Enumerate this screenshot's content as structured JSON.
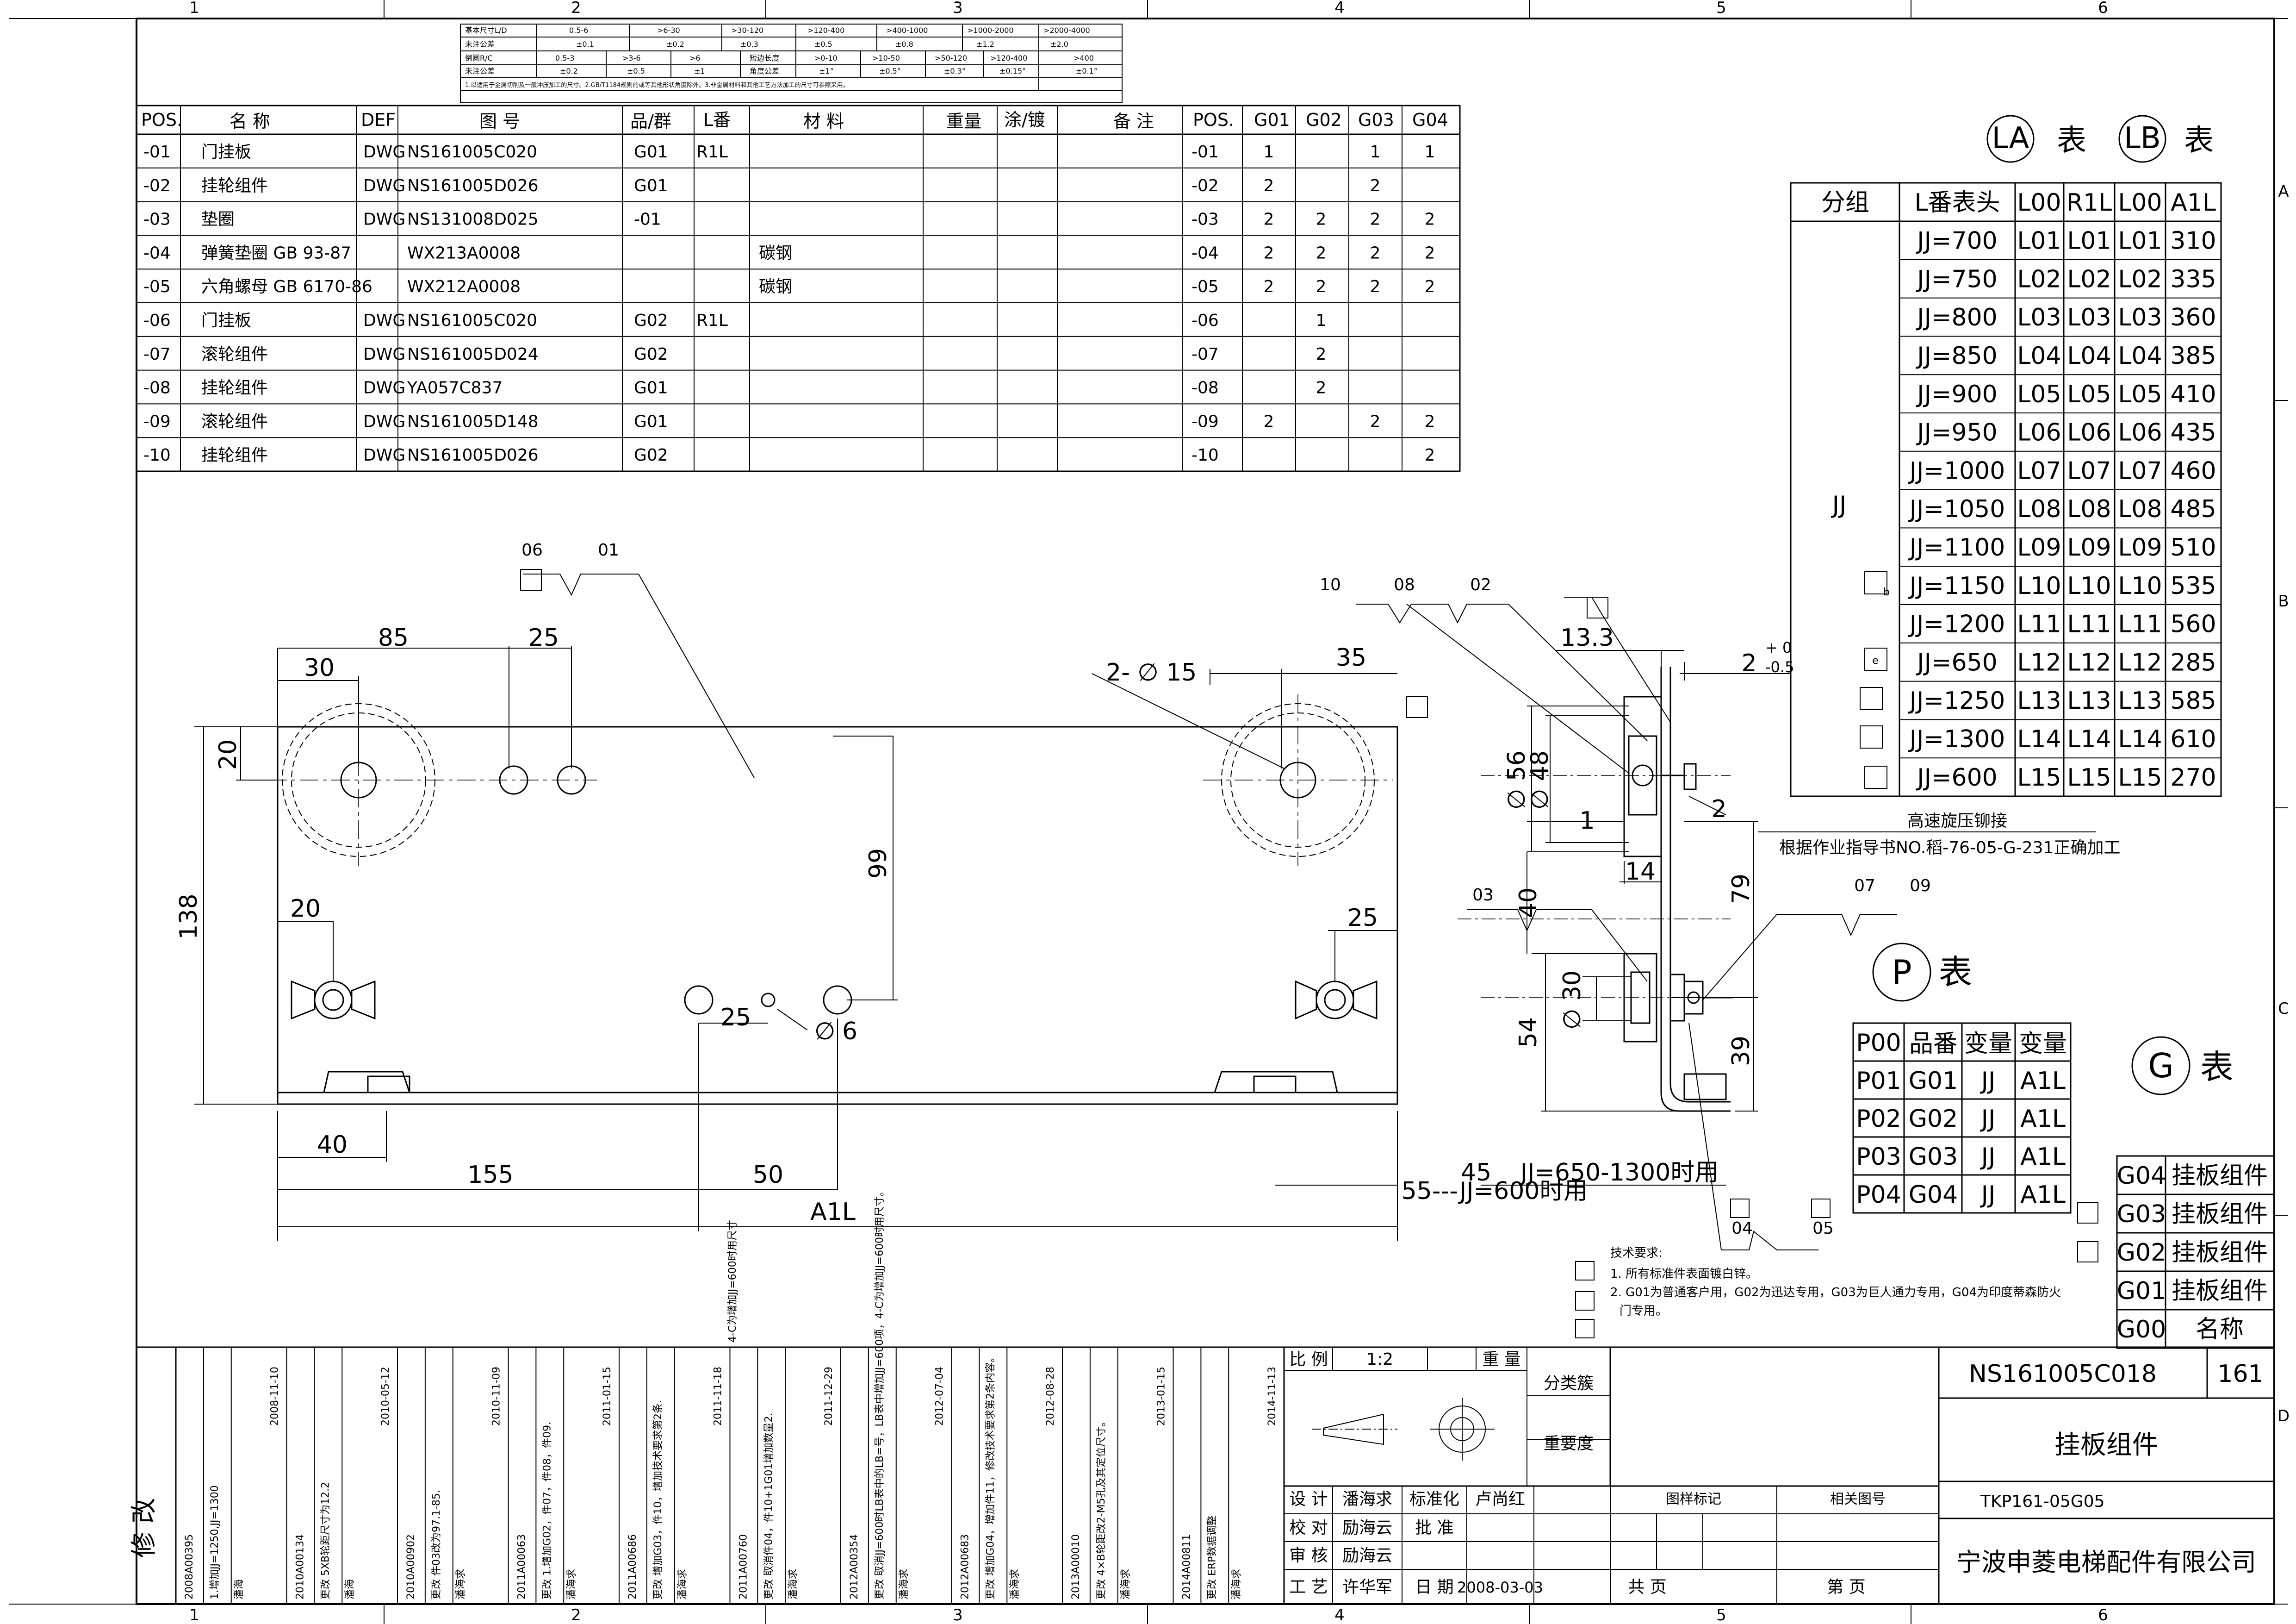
{
  "frame": {
    "col_labels": [
      "1",
      "2",
      "3",
      "4",
      "5",
      "6"
    ],
    "row_labels": [
      "A",
      "B",
      "C",
      "D"
    ]
  },
  "tolerance_table": {
    "row1_label": "基本尺寸L/D",
    "row1_ranges": [
      "0.5-6",
      ">6-30",
      ">30-120",
      ">120-400",
      ">400-1000",
      ">1000-2000",
      ">2000-4000"
    ],
    "row2_label": "未注公差",
    "row2_values": [
      "±0.1",
      "±0.2",
      "±0.3",
      "±0.5",
      "±0.8",
      "±1.2",
      "±2.0"
    ],
    "row3_label": "倒圆R/C",
    "row3_values": [
      "0.5-3",
      ">3-6",
      ">6"
    ],
    "row3_b_label": "短边长度",
    "row3_b_values": [
      ">0-10",
      ">10-50",
      ">50-120",
      ">120-400",
      ">400"
    ],
    "row4_label": "未注公差",
    "row4_values": [
      "±0.2",
      "±0.5",
      "±1"
    ],
    "row4_b_label": "角度公差",
    "row4_b_values": [
      "±1°",
      "±0.5°",
      "±0.3°",
      "±0.15°",
      "±0.1°"
    ],
    "note": "1.以适用于金属切削及一般冲压加工的尺寸。2.GB/T1184规则的或等其他形状角度除外。3.非金属材料和其他工艺方法加工的尺寸可参照采用。"
  },
  "bom": {
    "headers": [
      "POS.",
      "名 称",
      "DEF",
      "图 号",
      "品/群",
      "L番",
      "材 料",
      "重量",
      "涂/镀",
      "备 注"
    ],
    "rows": [
      {
        "pos": "-01",
        "name": "门挂板",
        "def": "DWG",
        "drawing": "NS161005C020",
        "group": "G01",
        "lban": "R1L",
        "material": ""
      },
      {
        "pos": "-02",
        "name": "挂轮组件",
        "def": "DWG",
        "drawing": "NS161005D026",
        "group": "G01",
        "lban": "",
        "material": ""
      },
      {
        "pos": "-03",
        "name": "垫圈",
        "def": "DWG",
        "drawing": "NS131008D025",
        "group": "-01",
        "lban": "",
        "material": ""
      },
      {
        "pos": "-04",
        "name": "弹簧垫圈 GB 93-87",
        "def": "",
        "drawing": "WX213A0008",
        "group": "",
        "lban": "",
        "material": "碳钢"
      },
      {
        "pos": "-05",
        "name": "六角螺母 GB 6170-86",
        "def": "",
        "drawing": "WX212A0008",
        "group": "",
        "lban": "",
        "material": "碳钢"
      },
      {
        "pos": "-06",
        "name": "门挂板",
        "def": "DWG",
        "drawing": "NS161005C020",
        "group": "G02",
        "lban": "R1L",
        "material": ""
      },
      {
        "pos": "-07",
        "name": "滚轮组件",
        "def": "DWG",
        "drawing": "NS161005D024",
        "group": "G02",
        "lban": "",
        "material": ""
      },
      {
        "pos": "-08",
        "name": "挂轮组件",
        "def": "DWG",
        "drawing": "YA057C837",
        "group": "G01",
        "lban": "",
        "material": ""
      },
      {
        "pos": "-09",
        "name": "滚轮组件",
        "def": "DWG",
        "drawing": "NS161005D148",
        "group": "G01",
        "lban": "",
        "material": ""
      },
      {
        "pos": "-10",
        "name": "挂轮组件",
        "def": "DWG",
        "drawing": "NS161005D026",
        "group": "G02",
        "lban": "",
        "material": ""
      }
    ]
  },
  "qty": {
    "headers": [
      "POS.",
      "G01",
      "G02",
      "G03",
      "G04"
    ],
    "rows": [
      [
        "-01",
        "1",
        "",
        "1",
        "1"
      ],
      [
        "-02",
        "2",
        "",
        "2",
        ""
      ],
      [
        "-03",
        "2",
        "2",
        "2",
        "2"
      ],
      [
        "-04",
        "2",
        "2",
        "2",
        "2"
      ],
      [
        "-05",
        "2",
        "2",
        "2",
        "2"
      ],
      [
        "-06",
        "",
        "1",
        "",
        ""
      ],
      [
        "-07",
        "",
        "2",
        "",
        ""
      ],
      [
        "-08",
        "",
        "2",
        "",
        ""
      ],
      [
        "-09",
        "2",
        "",
        "2",
        "2"
      ],
      [
        "-10",
        "",
        "",
        "",
        "2"
      ]
    ]
  },
  "la_lb": {
    "la_circle": "LA",
    "lb_circle": "LB",
    "table_word": "表",
    "headers": [
      "分组",
      "L番表头",
      "L00",
      "R1L",
      "L00",
      "A1L"
    ],
    "group": "JJ",
    "rows": [
      [
        "JJ=700",
        "L01",
        "L01",
        "L01",
        "310"
      ],
      [
        "JJ=750",
        "L02",
        "L02",
        "L02",
        "335"
      ],
      [
        "JJ=800",
        "L03",
        "L03",
        "L03",
        "360"
      ],
      [
        "JJ=850",
        "L04",
        "L04",
        "L04",
        "385"
      ],
      [
        "JJ=900",
        "L05",
        "L05",
        "L05",
        "410"
      ],
      [
        "JJ=950",
        "L06",
        "L06",
        "L06",
        "435"
      ],
      [
        "JJ=1000",
        "L07",
        "L07",
        "L07",
        "460"
      ],
      [
        "JJ=1050",
        "L08",
        "L08",
        "L08",
        "485"
      ],
      [
        "JJ=1100",
        "L09",
        "L09",
        "L09",
        "510"
      ],
      [
        "JJ=1150",
        "L10",
        "L10",
        "L10",
        "535"
      ],
      [
        "JJ=1200",
        "L11",
        "L11",
        "L11",
        "560"
      ],
      [
        "JJ=650",
        "L12",
        "L12",
        "L12",
        "285"
      ],
      [
        "JJ=1250",
        "L13",
        "L13",
        "L13",
        "585"
      ],
      [
        "JJ=1300",
        "L14",
        "L14",
        "L14",
        "610"
      ],
      [
        "JJ=600",
        "L15",
        "L15",
        "L15",
        "270"
      ]
    ],
    "marks": [
      "b",
      "e"
    ]
  },
  "p_table": {
    "circle": "P",
    "word": "表",
    "headers": [
      "P00",
      "品番",
      "变量",
      "变量"
    ],
    "rows": [
      [
        "P01",
        "G01",
        "JJ",
        "A1L"
      ],
      [
        "P02",
        "G02",
        "JJ",
        "A1L"
      ],
      [
        "P03",
        "G03",
        "JJ",
        "A1L"
      ],
      [
        "P04",
        "G04",
        "JJ",
        "A1L"
      ]
    ]
  },
  "g_table": {
    "circle": "G",
    "word": "表",
    "rows": [
      [
        "G04",
        "挂板组件"
      ],
      [
        "G03",
        "挂板组件"
      ],
      [
        "G02",
        "挂板组件"
      ],
      [
        "G01",
        "挂板组件"
      ],
      [
        "G00",
        "名称"
      ]
    ]
  },
  "rivet_note": {
    "line1": "高速旋压铆接",
    "line2": "根据作业指导书NO.稻-76-05-G-231正确加工"
  },
  "tech_notes": {
    "title": "技术要求:",
    "line1": "1. 所有标准件表面镀白锌。",
    "line2": "2. G01为普通客户用，G02为迅达专用，G03为巨人通力专用，G04为印度蒂森防火",
    "line3": "门专用。"
  },
  "dims": {
    "d85": "85",
    "d25a": "25",
    "d30": "30",
    "d20a": "20",
    "d138": "138",
    "d99": "99",
    "d20b": "20",
    "d25b": "25",
    "d25c": "25",
    "d6": "6",
    "d40": "40",
    "d155": "155",
    "d50": "50",
    "a1l": "A1L",
    "d35": "35",
    "hole": "2- ∅ 15",
    "d45": "45",
    "jj1": "JJ=650-1300时用",
    "jj2": "55---JJ=600时用",
    "vert": "4-C为增加JJ=600时用尺寸",
    "s133": "13.3",
    "s2": "2",
    "tol_up": "+ 0",
    "tol_dn": "-0.5",
    "d56": "∅ 56",
    "d48": "∅ 48",
    "s1": "1",
    "s2b": "2",
    "s14": "14",
    "s40": "40",
    "s79": "79",
    "d30b": "∅ 30",
    "s54": "54",
    "s39": "39"
  },
  "callouts": {
    "c06": "06",
    "c01": "01",
    "c10": "10",
    "c08": "08",
    "c02": "02",
    "c03": "03",
    "c07": "07",
    "c09": "09",
    "c04": "04",
    "c05": "05"
  },
  "title_block": {
    "scale_label": "比 例",
    "scale": "1:2",
    "weight_label": "重 量",
    "category": "分类簇",
    "importance": "重要度",
    "design_label": "设 计",
    "design": "潘海求",
    "std_label": "标准化",
    "std": "卢尚红",
    "mark_label": "图样标记",
    "related_label": "相关图号",
    "check_label": "校 对",
    "check": "励海云",
    "approve_label": "批 准",
    "review_label": "审 核",
    "review": "励海云",
    "process_label": "工 艺",
    "process": "许华军",
    "date_label": "日 期",
    "date": "2008-03-03",
    "total_label": "共 页",
    "page_label": "第 页",
    "drawing_no": "NS161005C018",
    "sheet": "161",
    "name": "挂板组件",
    "code": "TKP161-05G05",
    "company": "宁波申菱电梯配件有限公司"
  },
  "revisions": {
    "title": "修 改",
    "entries": [
      {
        "code": "2008A00395",
        "date": "2008-11-10",
        "text": "1.增加JJ=1250,JJ=1300",
        "who": "潘海"
      },
      {
        "code": "2010A00134",
        "date": "2010-05-12",
        "text": "更改 5XB轮距尺寸为12.2",
        "who": "潘海"
      },
      {
        "code": "2010A00902",
        "date": "2010-11-09",
        "text": "更改 件03改为97.1-85.",
        "who": "潘海求"
      },
      {
        "code": "2011A00063",
        "date": "2011-01-15",
        "text": "更改 1.增加G02，件07，件08，件09.",
        "who": "潘海求"
      },
      {
        "code": "2011A00686",
        "date": "2011-11-18",
        "text": "更改 增加G03，件10，增加技术要求第2条.",
        "who": "潘海求"
      },
      {
        "code": "2011A00760",
        "date": "2011-12-29",
        "text": "更改 取消件04，件10+1G01增加数量2.",
        "who": "潘海求"
      },
      {
        "code": "2012A00354",
        "date": "2012-07-04",
        "text": "更改 取消JJ=600时LB表中的LB=号，LB表中增加JJ=600项，4-C为增加JJ=600时用尺寸。",
        "who": "潘海求"
      },
      {
        "code": "2012A00683",
        "date": "2012-08-28",
        "text": "更改 增加G04，增加件11，修改技术要求第2条内容。",
        "who": "潘海求"
      },
      {
        "code": "2013A00010",
        "date": "2013-01-15",
        "text": "更改 4×B轮距改2-M5孔及其定位尺寸。",
        "who": "潘海求"
      },
      {
        "code": "2014A00811",
        "date": "2014-11-13",
        "text": "更改 ERP数据调整",
        "who": "潘海求"
      }
    ]
  }
}
